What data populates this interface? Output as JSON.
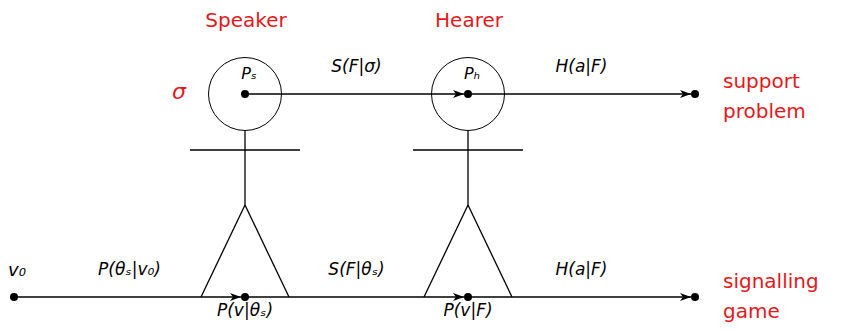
{
  "diagram": {
    "nodes": [
      {
        "text": [
          "Speaker",
          "Pₛ"
        ]
      },
      {
        "text": [
          "Hearer",
          "Pₕ"
        ]
      },
      {
        "text": [
          "support problem"
        ]
      },
      {
        "text": [
          "v₀"
        ]
      },
      {
        "text": [
          "P(v|θₛ)"
        ]
      },
      {
        "text": [
          "P(v|F)"
        ]
      },
      {
        "text": [
          "signalling game"
        ]
      }
    ],
    "edges": [
      {
        "from": 0,
        "to": 1,
        "label": "S(F|σ)",
        "arrow": "to"
      },
      {
        "from": 1,
        "to": 2,
        "label": "H(a|F)",
        "arrow": "to"
      },
      {
        "from": 3,
        "to": 4,
        "label": "P(θₛ|v₀)",
        "arrow": "to"
      },
      {
        "from": 4,
        "to": 5,
        "label": "S(F|θₛ)",
        "arrow": "to"
      },
      {
        "from": 5,
        "to": 6,
        "label": "H(a|F)",
        "arrow": "to"
      }
    ],
    "labels": [
      "σ"
    ]
  }
}
